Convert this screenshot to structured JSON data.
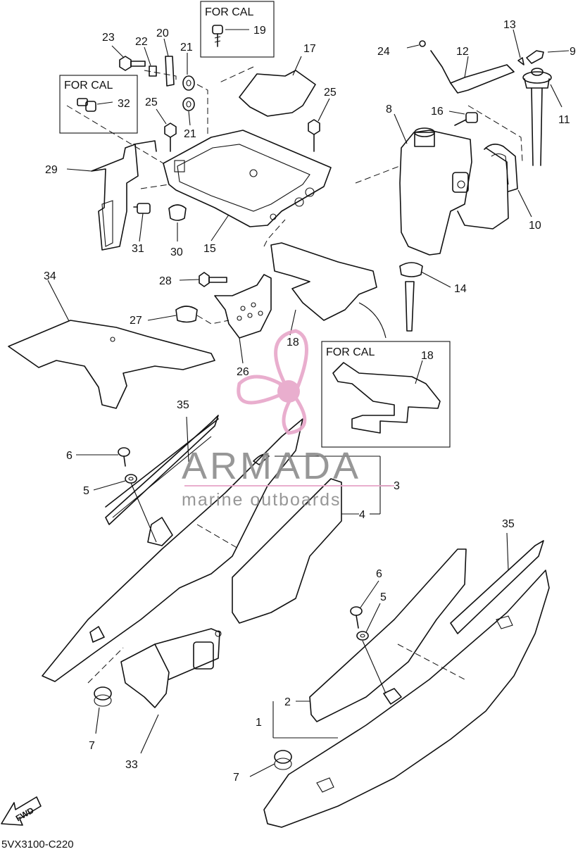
{
  "diagram_code": "5VX3100-C220",
  "fwd_label": "FWD",
  "watermark": {
    "brand": "ARMADA",
    "tagline": "marine outboards",
    "color_pink": "#e7a6c9",
    "color_gray": "#8c8c8c"
  },
  "callout_boxes": [
    {
      "id": "cal-19",
      "title": "FOR CAL"
    },
    {
      "id": "cal-32",
      "title": "FOR CAL"
    },
    {
      "id": "cal-18",
      "title": "FOR CAL"
    }
  ],
  "part_labels": [
    {
      "num": "1"
    },
    {
      "num": "2"
    },
    {
      "num": "3"
    },
    {
      "num": "4"
    },
    {
      "num": "5"
    },
    {
      "num": "5"
    },
    {
      "num": "6"
    },
    {
      "num": "6"
    },
    {
      "num": "7"
    },
    {
      "num": "7"
    },
    {
      "num": "8"
    },
    {
      "num": "9"
    },
    {
      "num": "10"
    },
    {
      "num": "11"
    },
    {
      "num": "12"
    },
    {
      "num": "13"
    },
    {
      "num": "14"
    },
    {
      "num": "15"
    },
    {
      "num": "16"
    },
    {
      "num": "17"
    },
    {
      "num": "18"
    },
    {
      "num": "18"
    },
    {
      "num": "19"
    },
    {
      "num": "20"
    },
    {
      "num": "21"
    },
    {
      "num": "21"
    },
    {
      "num": "22"
    },
    {
      "num": "23"
    },
    {
      "num": "24"
    },
    {
      "num": "25"
    },
    {
      "num": "25"
    },
    {
      "num": "26"
    },
    {
      "num": "27"
    },
    {
      "num": "28"
    },
    {
      "num": "29"
    },
    {
      "num": "30"
    },
    {
      "num": "31"
    },
    {
      "num": "32"
    },
    {
      "num": "33"
    },
    {
      "num": "34"
    },
    {
      "num": "35"
    },
    {
      "num": "35"
    }
  ]
}
